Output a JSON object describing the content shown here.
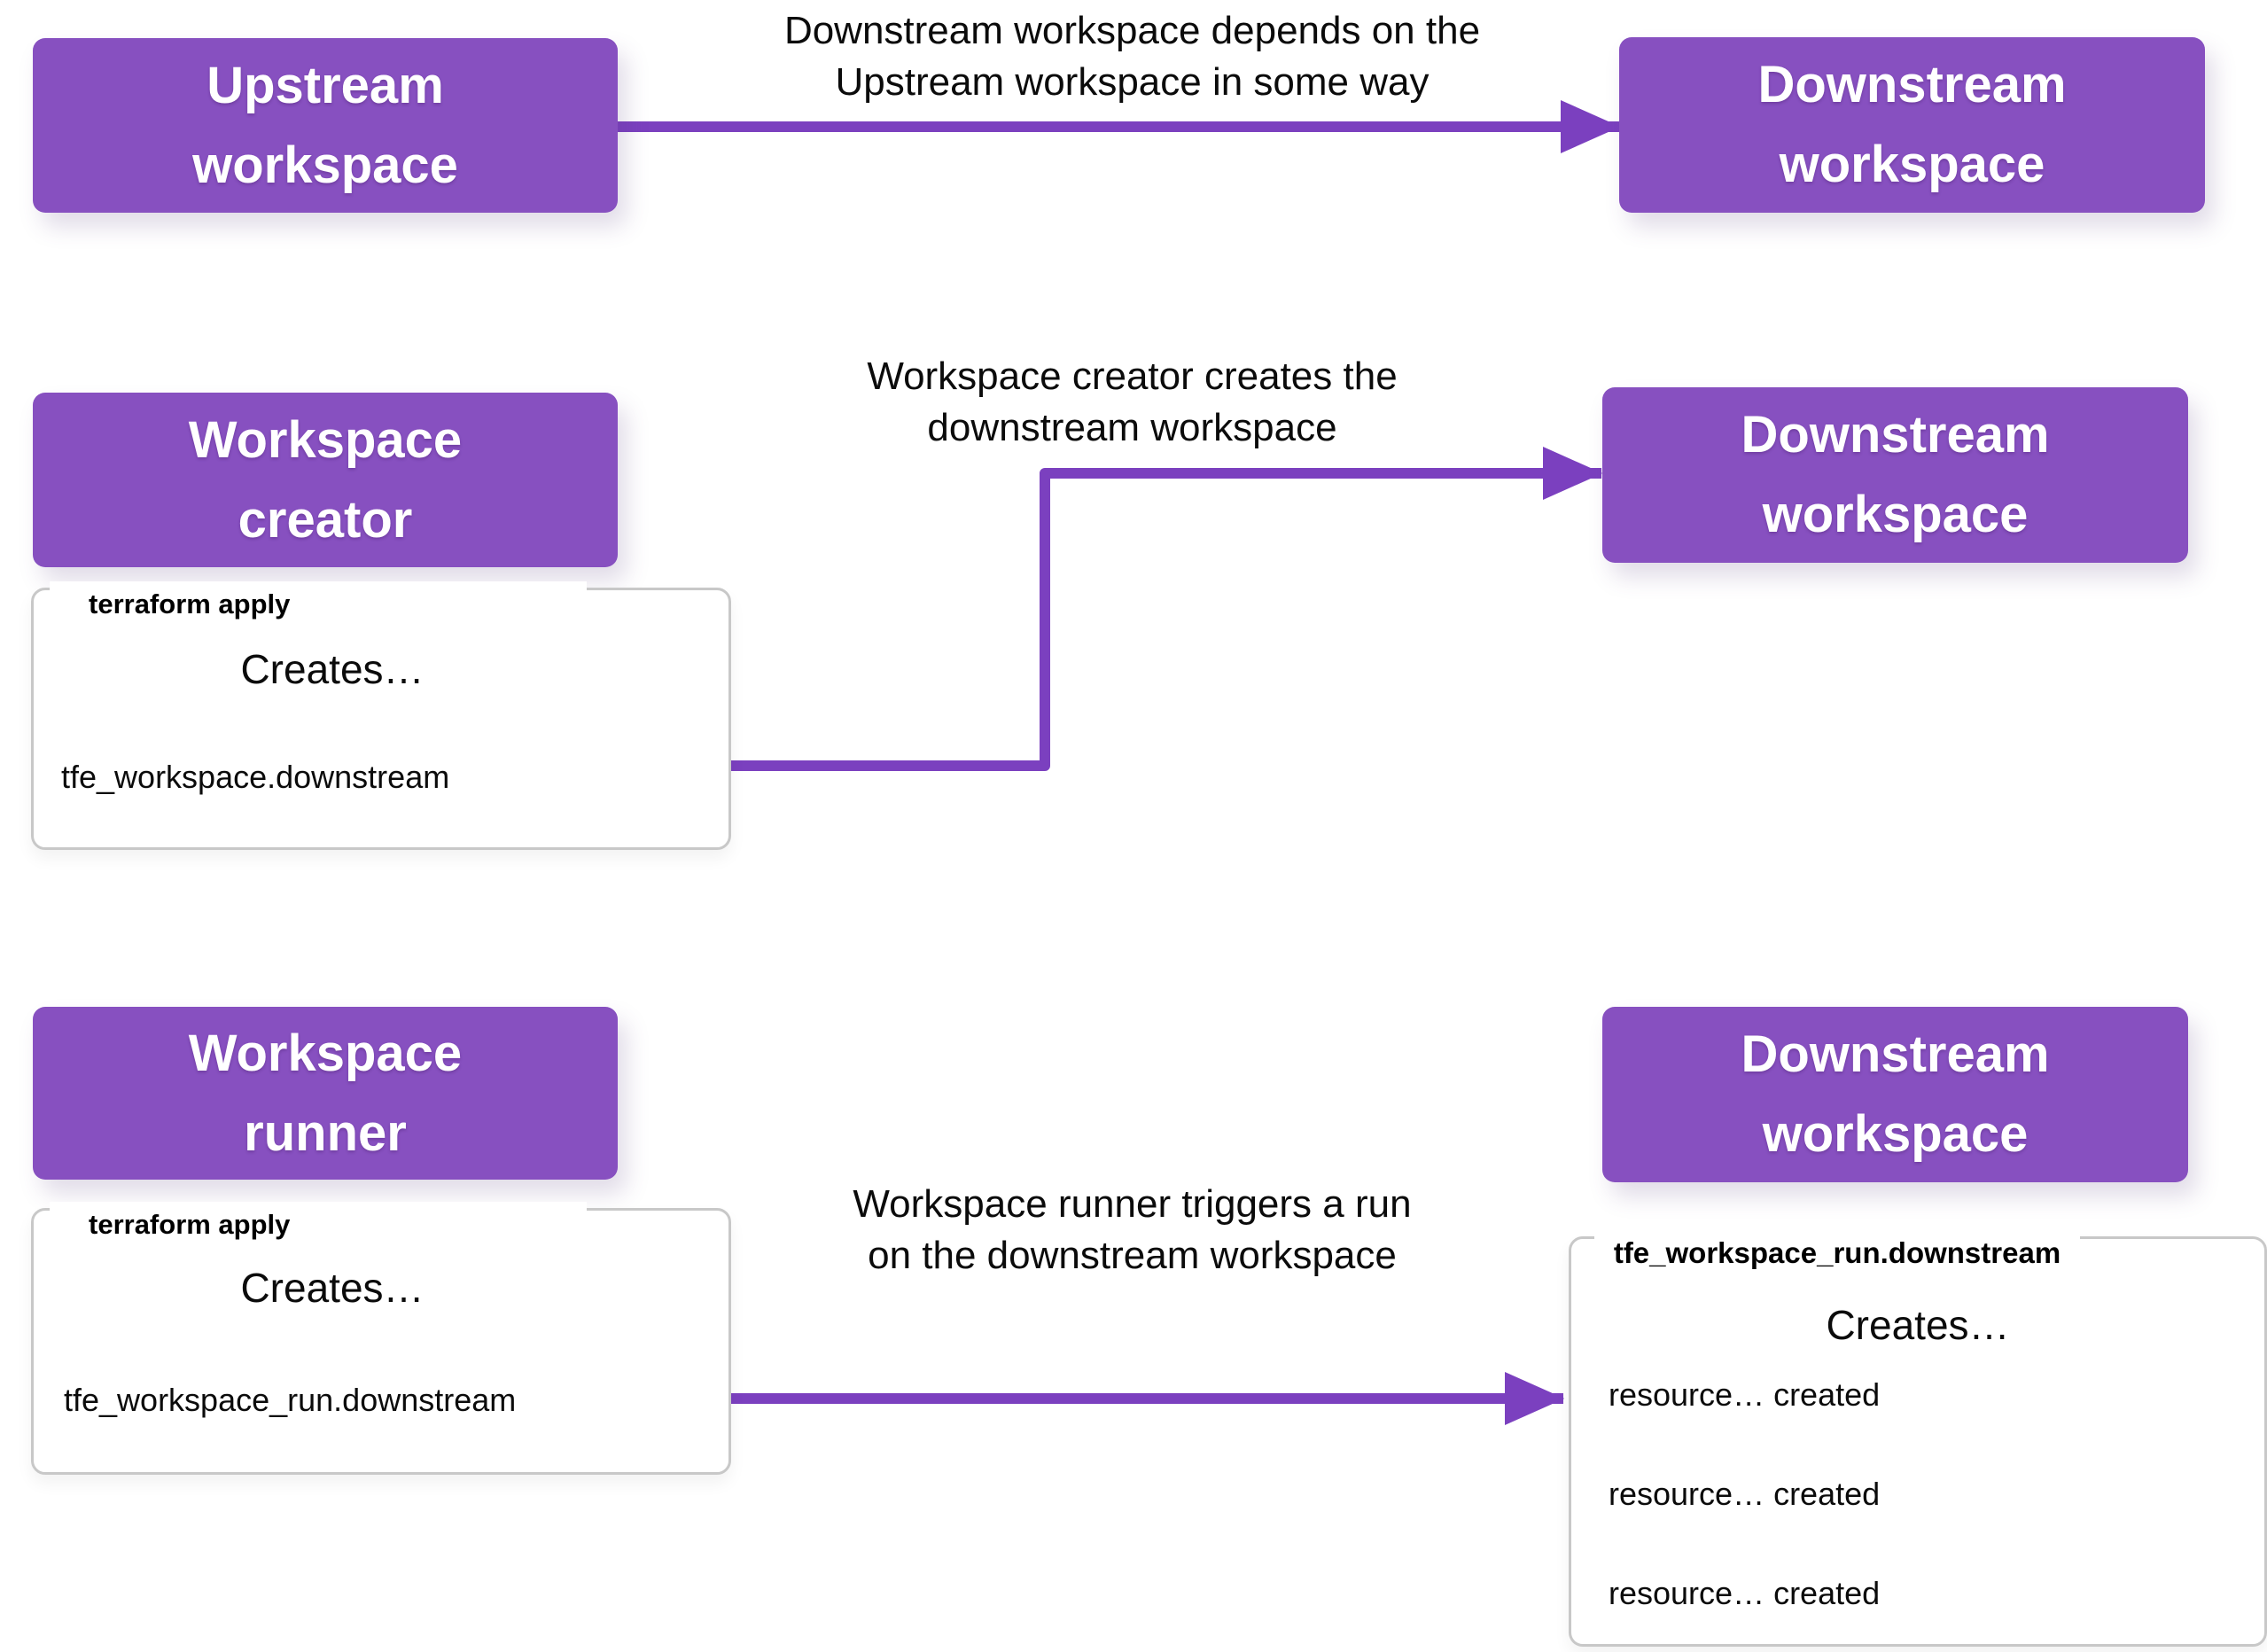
{
  "colors": {
    "box_purple": "#8750C0",
    "arrow_purple": "#7B40BF",
    "codebox_border": "#c8c8c8",
    "text": "#0b0b0b",
    "background": "#ffffff"
  },
  "nodes": {
    "upstream": {
      "lines": [
        "Upstream",
        "workspace"
      ]
    },
    "downstream1": {
      "lines": [
        "Downstream",
        "workspace"
      ]
    },
    "creator": {
      "lines": [
        "Workspace",
        "creator"
      ]
    },
    "downstream2": {
      "lines": [
        "Downstream",
        "workspace"
      ]
    },
    "runner": {
      "lines": [
        "Workspace",
        "runner"
      ]
    },
    "downstream3": {
      "lines": [
        "Downstream",
        "workspace"
      ]
    }
  },
  "labels": {
    "dependency": {
      "lines": [
        "Downstream workspace depends on the",
        "Upstream workspace in some way"
      ]
    },
    "creator": {
      "lines": [
        "Workspace creator creates the",
        "downstream workspace"
      ]
    },
    "runner": {
      "lines": [
        "Workspace runner triggers a run",
        "on the downstream workspace"
      ]
    }
  },
  "codeboxes": {
    "creator_apply": {
      "legend": "terraform apply",
      "heading": "Creates…",
      "code": "tfe_workspace.downstream"
    },
    "runner_apply": {
      "legend": "terraform apply",
      "heading": "Creates…",
      "code": "tfe_workspace_run.downstream"
    },
    "run_result": {
      "legend": "tfe_workspace_run.downstream",
      "heading": "Creates…",
      "items": [
        "resource… created",
        "resource… created",
        "resource… created"
      ]
    }
  }
}
